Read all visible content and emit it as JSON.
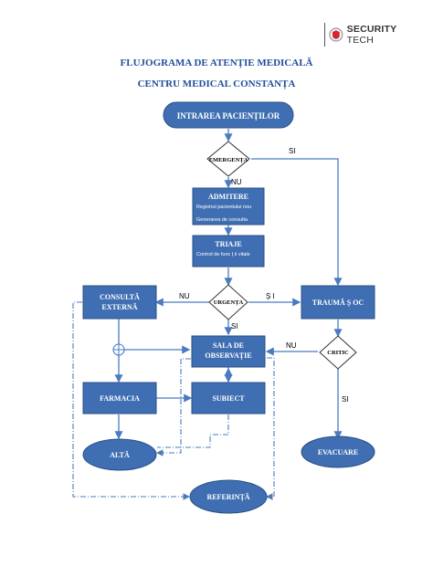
{
  "header": {
    "logo_text_bold": "SECURITY",
    "logo_text_light": "TECH",
    "title": "FLUJOGRAMA DE ATENȚIE MEDICALĂ",
    "subtitle": "CENTRU MEDICAL CONSTANȚA"
  },
  "nodes": {
    "entry": "INTRAREA PACIENȚILOR",
    "emergency": "EMERGENȚA",
    "admission": "ADMITERE",
    "admission_items": [
      "Registrul pacientului nou",
      "Generarea de consulta"
    ],
    "triage": "TRIAJE",
    "triage_items": [
      "Control de func ț ii vitale"
    ],
    "urgency": "URGENȚA",
    "external_line1": "CONSULTĂ",
    "external_line2": "EXTERNĂ",
    "trauma": "TRAUMĂ Ș OC",
    "obs_line1": "SALA DE",
    "obs_line2": "OBSERVAȚIE",
    "critic": "CRITIC",
    "pharmacy": "FARMACIA",
    "subject": "SUBIECT",
    "discharge": "ALTĂ",
    "evacuation": "EVACUARE",
    "referral": "REFERINȚĂ"
  },
  "edge_labels": {
    "emergency_yes": "SI",
    "emergency_no": "NU",
    "urgency_no": "NU",
    "urgency_yes_right": "Ș I",
    "urgency_yes_down": "SI",
    "critic_no": "NU",
    "critic_yes": "SI"
  },
  "colors": {
    "box_fill": "#3f6fb2",
    "box_stroke": "#2a4f86",
    "line": "#4a7bc0",
    "title": "#1f4e9c"
  }
}
